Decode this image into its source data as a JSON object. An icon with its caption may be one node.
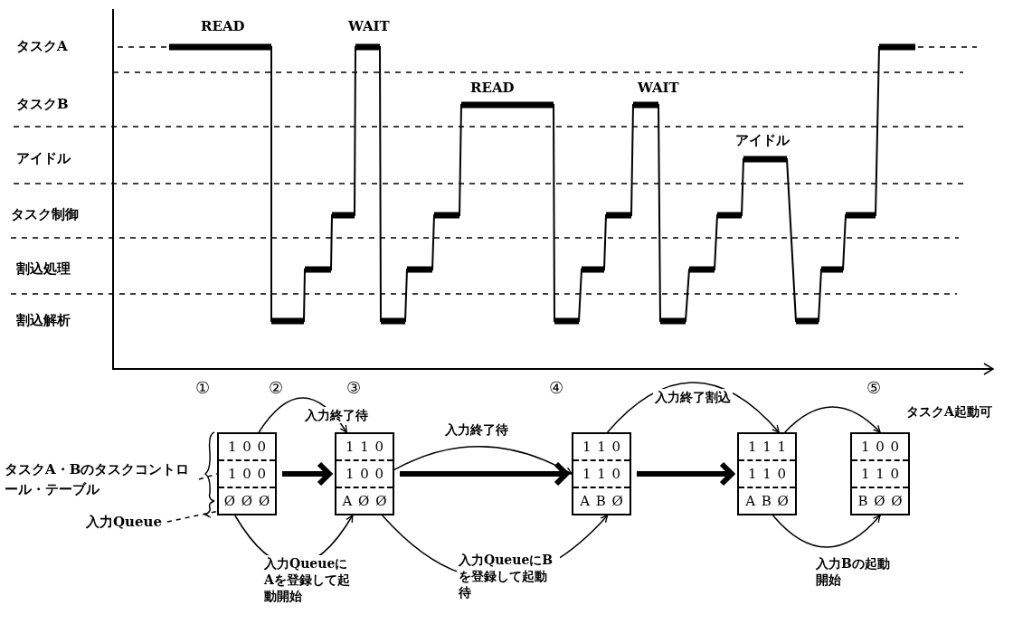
{
  "diagram": {
    "nodes": [
      {
        "text": [
          "タスクA・Bのタスクコントロール・テーブル"
        ]
      },
      {
        "text": [
          "入力Queue"
        ]
      },
      {
        "text": [
          "1 0 0",
          "1 0 0",
          "Ø Ø Ø"
        ]
      },
      {
        "text": [
          "1 1 0",
          "1 0 0",
          "A Ø Ø"
        ]
      },
      {
        "text": [
          "1 1 0",
          "1 1 0",
          "A B Ø"
        ]
      },
      {
        "text": [
          "1 1 1",
          "1 1 0",
          "A B Ø"
        ]
      },
      {
        "text": [
          "1 0 0",
          "1 1 0",
          "B Ø Ø"
        ]
      }
    ],
    "edges": [
      {
        "from": 0,
        "to": 2,
        "arrow": "none",
        "style": "dashed"
      },
      {
        "from": 1,
        "to": 2,
        "arrow": "none",
        "style": "dashed"
      },
      {
        "from": 2,
        "to": 3,
        "arrow": "to",
        "label": "入力終了待"
      },
      {
        "from": 2,
        "to": 3,
        "arrow": "to",
        "style": "thick"
      },
      {
        "from": 2,
        "to": 3,
        "arrow": "to",
        "label": "入力QueueにAを登録して起動開始"
      },
      {
        "from": 3,
        "to": 4,
        "arrow": "to",
        "label": "入力終了待"
      },
      {
        "from": 3,
        "to": 4,
        "arrow": "to",
        "style": "thick"
      },
      {
        "from": 3,
        "to": 4,
        "arrow": "to",
        "label": "入力QueueにBを登録して起動待"
      },
      {
        "from": 4,
        "to": 5,
        "arrow": "to",
        "label": "入力終了割込"
      },
      {
        "from": 4,
        "to": 5,
        "arrow": "to",
        "style": "thick"
      },
      {
        "from": 5,
        "to": 6,
        "arrow": "to",
        "label": "タスクA起動可"
      },
      {
        "from": 5,
        "to": 6,
        "arrow": "to",
        "label": "入力Bの起動開始"
      }
    ],
    "labels": [
      "READ",
      "WAIT",
      "タスクA",
      "タスクB",
      "READ",
      "WAIT",
      "アイドル",
      "アイドル",
      "タスク制御",
      "割込処理",
      "割込解析",
      "①",
      "②",
      "③",
      "④",
      "⑤"
    ]
  }
}
